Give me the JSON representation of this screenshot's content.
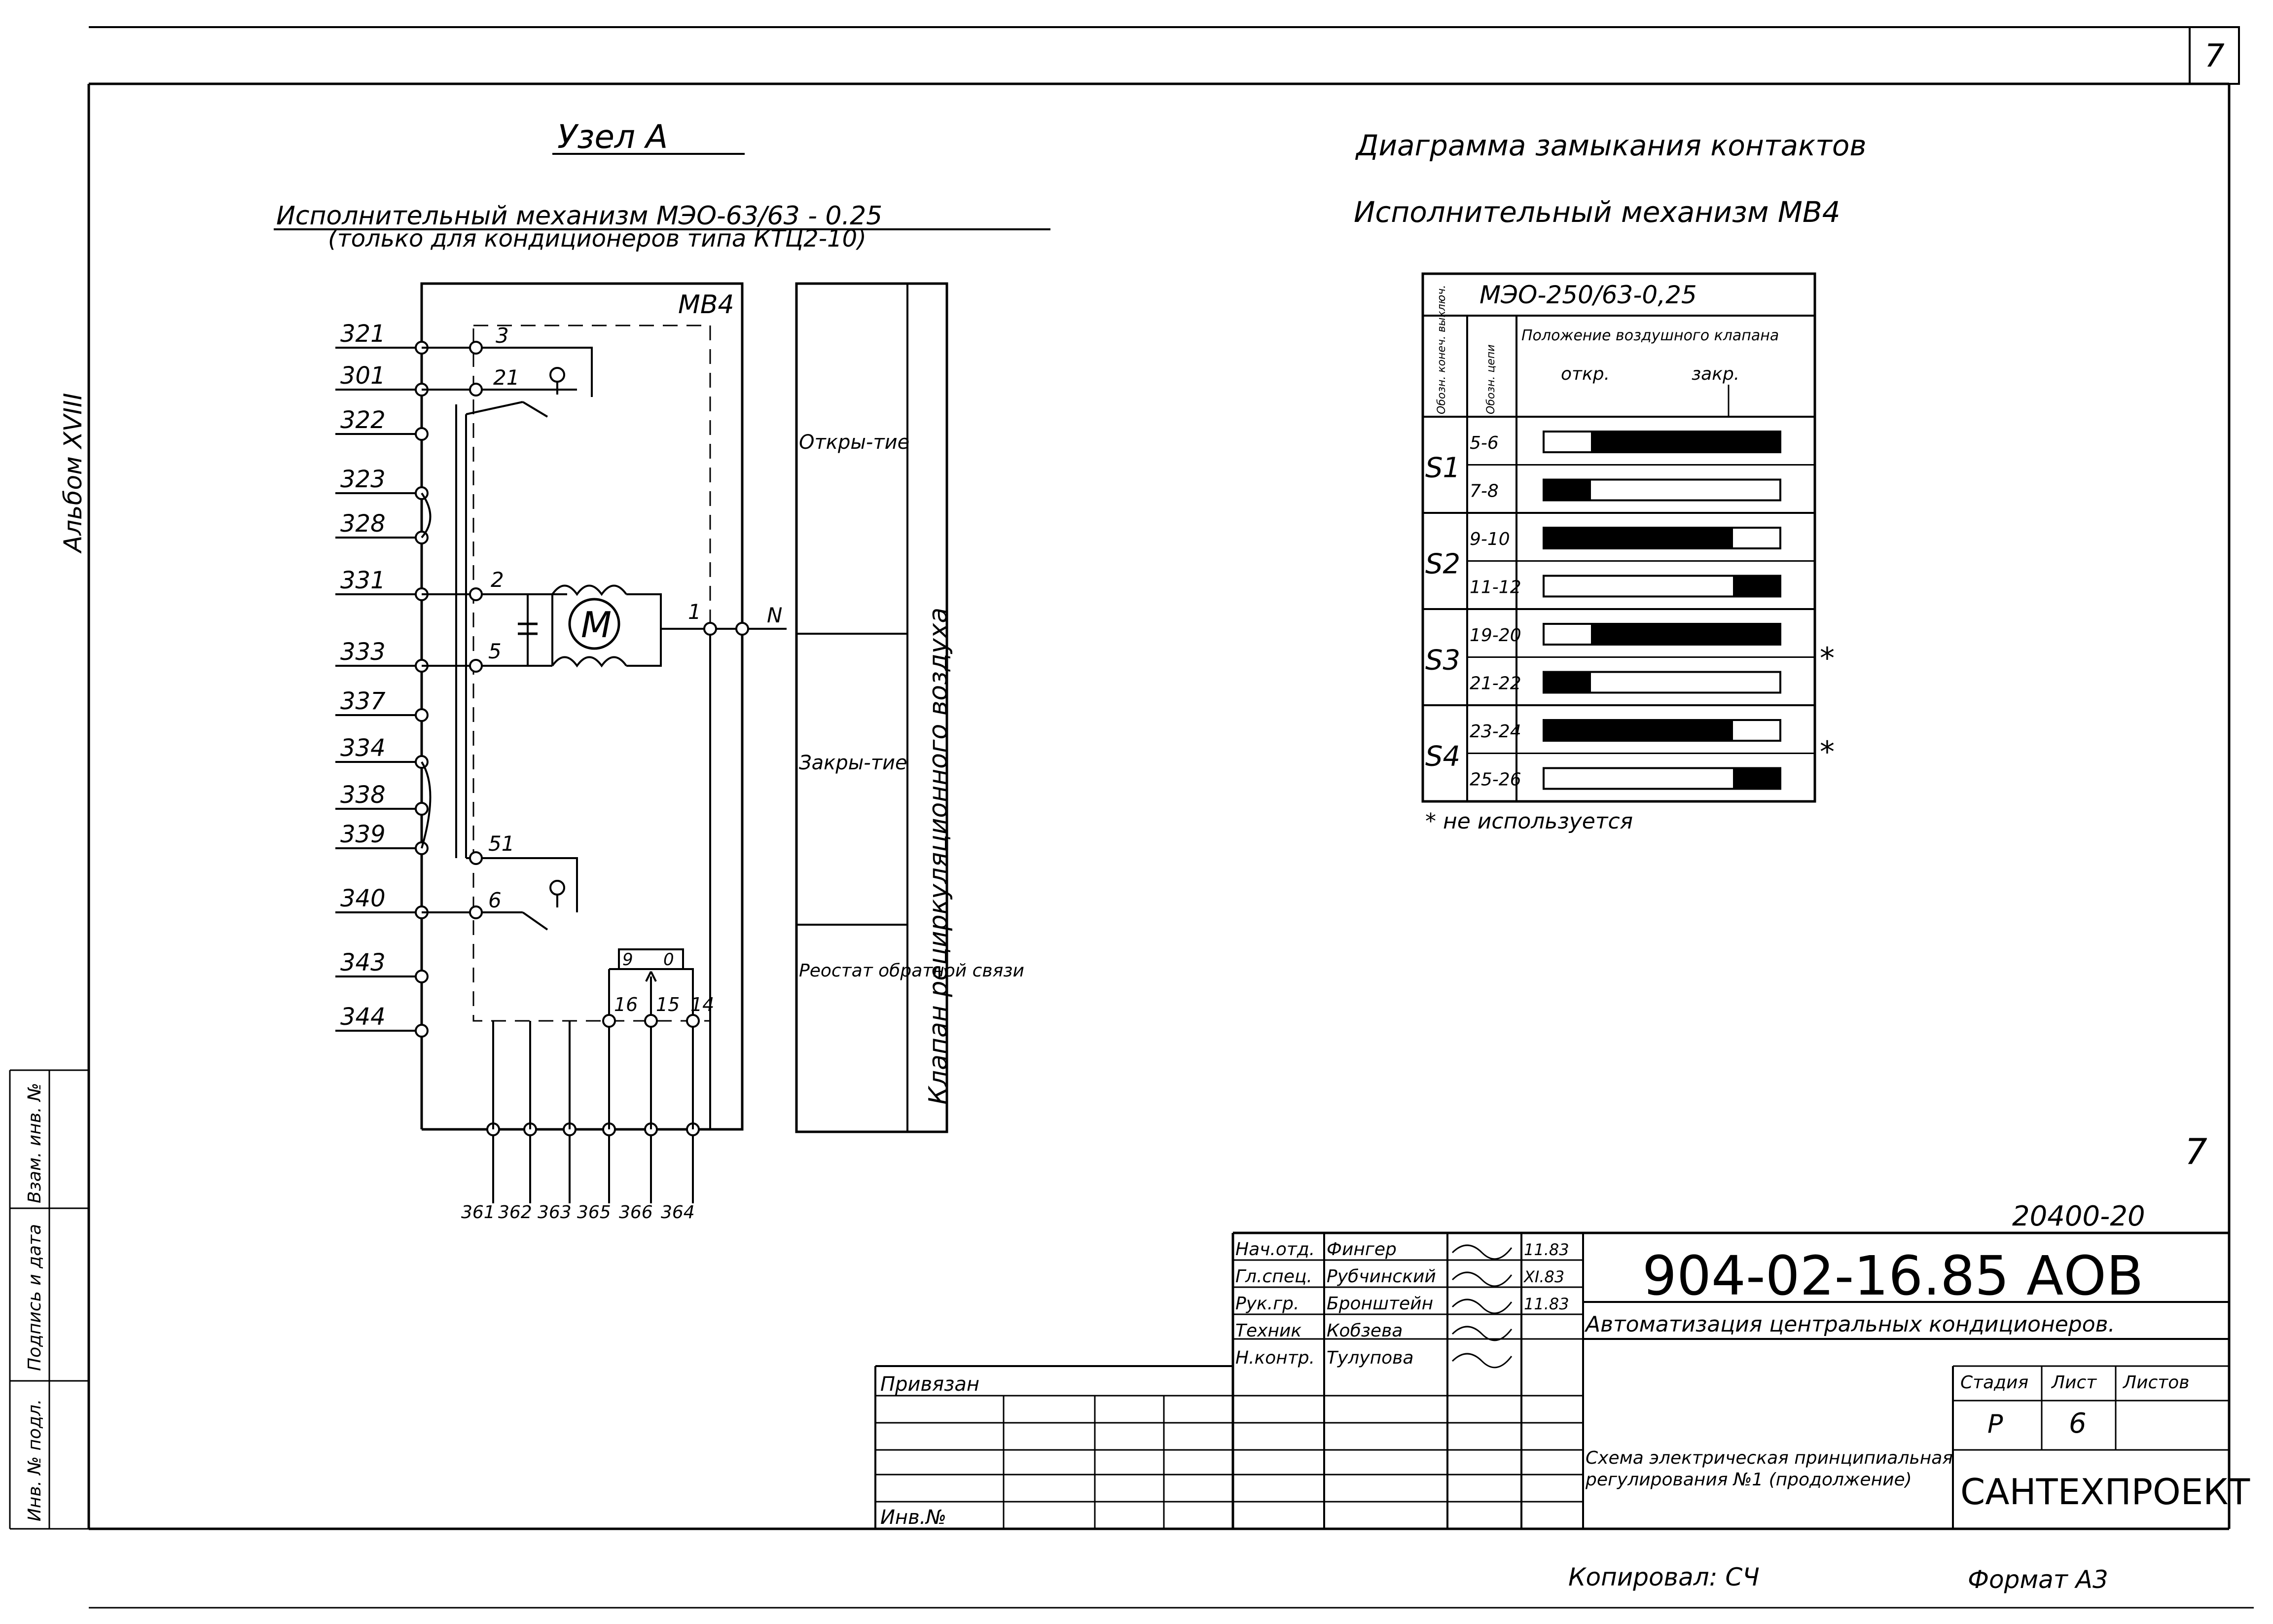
{
  "sheet_corner_number": "7",
  "side_left": {
    "album": "Альбом XVIII",
    "inv_podl": "Инв. № подл.",
    "podpis_data": "Подпись и дата",
    "vzam_inv": "Взам. инв. №"
  },
  "left": {
    "title": "Узел А",
    "mechanism": "Исполнительный механизм МЭО-63/63 - 0.25",
    "note": "(только для кондиционеров типа КТЦ2-10)",
    "box_label": "МВ4",
    "terminals_left": [
      "321",
      "301",
      "322",
      "323",
      "328",
      "331",
      "333",
      "337",
      "334",
      "338",
      "339",
      "340",
      "343",
      "344"
    ],
    "terminals_bottom": [
      "361",
      "362",
      "363",
      "365",
      "366",
      "364"
    ],
    "inner_numbers": {
      "n3": "3",
      "n21": "21",
      "n2": "2",
      "n5": "5",
      "n1": "1",
      "nN": "N",
      "n51": "51",
      "n6": "6",
      "n9": "9",
      "n0": "0",
      "n16": "16",
      "n15": "15",
      "n14": "14"
    },
    "motor": "M",
    "col_sections": [
      "Откры-тие",
      "Закры-тие",
      "Реостат обратной связи"
    ],
    "col_vertical": "Клапан рециркуляционного воздуха"
  },
  "right": {
    "title": "Диаграмма замыкания контактов",
    "subtitle": "Исполнительный механизм МВ4",
    "table_header": "МЭО-250/63-0,25",
    "col1": "Обозн. конеч. выключ.",
    "col2": "Обозн. цепи",
    "col3": "Положение воздушного клапана",
    "open": "откр.",
    "closed": "закр.",
    "rows": [
      {
        "sw": "S1",
        "circuits": [
          {
            "c": "5-6",
            "fill": [
              0.2,
              1.0
            ]
          },
          {
            "c": "7-8",
            "fill": [
              0.0,
              0.2
            ]
          }
        ]
      },
      {
        "sw": "S2",
        "circuits": [
          {
            "c": "9-10",
            "fill": [
              0.0,
              0.8
            ]
          },
          {
            "c": "11-12",
            "fill": [
              0.8,
              1.0
            ]
          }
        ]
      },
      {
        "sw": "S3",
        "circuits": [
          {
            "c": "19-20",
            "fill": [
              0.2,
              1.0
            ]
          },
          {
            "c": "21-22",
            "fill": [
              0.0,
              0.2
            ]
          }
        ]
      },
      {
        "sw": "S4",
        "circuits": [
          {
            "c": "23-24",
            "fill": [
              0.0,
              0.8
            ]
          },
          {
            "c": "25-26",
            "fill": [
              0.8,
              1.0
            ]
          }
        ]
      }
    ],
    "star": "*",
    "footnote": "* не используется"
  },
  "stamp": {
    "mark_7": "7",
    "sheet_no": "20400-20",
    "doc_code": "904-02-16.85 АОВ",
    "project": "Автоматизация центральных кондиционеров.",
    "sheet_title": "Схема электрическая принципиальная регулирования №1 (продолжение)",
    "org": "САНТЕХПРОЕКТ",
    "stage_h": "Стадия",
    "sheet_h": "Лист",
    "sheets_h": "Листов",
    "stage": "Р",
    "sheet": "6",
    "privyazan": "Привязан",
    "inv_no": "Инв.№",
    "people": [
      {
        "role": "Нач.отд.",
        "name": "Фингер",
        "date": "11.83"
      },
      {
        "role": "Гл.спец.",
        "name": "Рубчинский",
        "date": "XI.83"
      },
      {
        "role": "Рук.гр.",
        "name": "Бронштейн",
        "date": "11.83"
      },
      {
        "role": "Техник",
        "name": "Кобзева",
        "date": ""
      },
      {
        "role": "Н.контр.",
        "name": "Тулупова",
        "date": ""
      }
    ]
  },
  "bottom": {
    "copied": "Копировал: СЧ",
    "format": "Формат А3"
  }
}
